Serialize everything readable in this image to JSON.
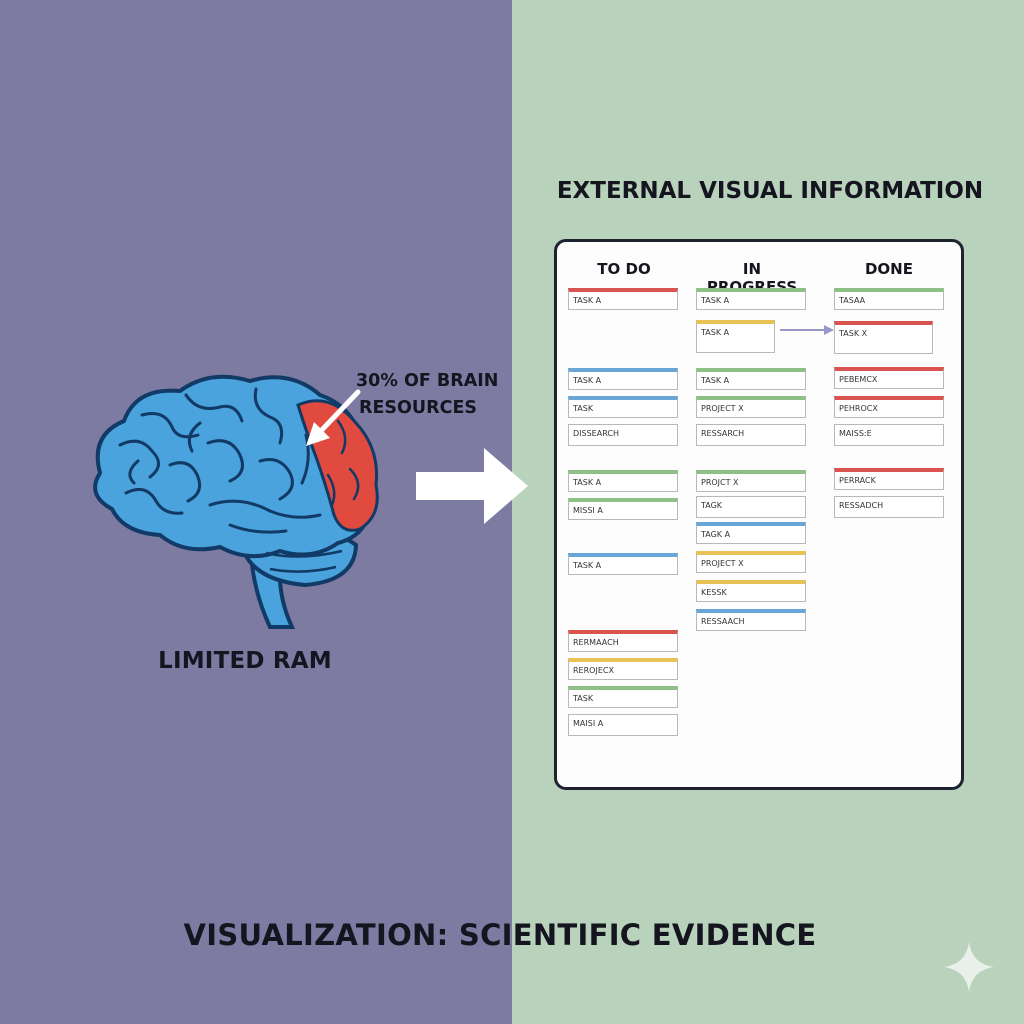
{
  "colors": {
    "left_background": "#7e7ba3",
    "right_background": "#b8d2bb",
    "brain_fill": "#4aa3dc",
    "brain_outline": "#123a66",
    "highlight": "#e04a3f",
    "board_border": "#1f2230",
    "arrow": "#ffffff"
  },
  "brain": {
    "caption": "LIMITED RAM",
    "callout_line1": "30% OF BRAIN",
    "callout_line2": "RESOURCES"
  },
  "board": {
    "title": "EXTERNAL VISUAL INFORMATION",
    "columns": [
      "TO DO",
      "IN PROGRESS",
      "DONE"
    ],
    "todo": [
      {
        "label": "TASK A",
        "color": "red"
      },
      {
        "label": "TASK A",
        "color": "blue"
      },
      {
        "label": "TASK",
        "color": "blue"
      },
      {
        "label": "DISSEARCH",
        "color": "none"
      },
      {
        "label": "TASK A",
        "color": "green"
      },
      {
        "label": "MISSI A",
        "color": "green"
      },
      {
        "label": "TASK A",
        "color": "blue"
      },
      {
        "label": "RERMAACH",
        "color": "red"
      },
      {
        "label": "REROJECX",
        "color": "yellow"
      },
      {
        "label": "TASK",
        "color": "green"
      },
      {
        "label": "MAISI A",
        "color": "none"
      }
    ],
    "in_progress": [
      {
        "label": "TASK A",
        "color": "green"
      },
      {
        "label": "TASK A",
        "color": "yellow"
      },
      {
        "label": "TASK A",
        "color": "green"
      },
      {
        "label": "PROJECT X",
        "color": "green"
      },
      {
        "label": "RESSARCH",
        "color": "none"
      },
      {
        "label": "PROJCT X",
        "color": "green"
      },
      {
        "label": "TAGK",
        "color": "none"
      },
      {
        "label": "TAGK A",
        "color": "blue"
      },
      {
        "label": "PROJECT X",
        "color": "yellow"
      },
      {
        "label": "KESSK",
        "color": "yellow"
      },
      {
        "label": "RESSAACH",
        "color": "blue"
      }
    ],
    "done": [
      {
        "label": "TASAA",
        "color": "green"
      },
      {
        "label": "TASK X",
        "color": "red"
      },
      {
        "label": "PEBEMCX",
        "color": "red"
      },
      {
        "label": "PEHROCX",
        "color": "red"
      },
      {
        "label": "MAISS:E",
        "color": "none"
      },
      {
        "label": "PERRACK",
        "color": "red"
      },
      {
        "label": "RESSADCH",
        "color": "none"
      }
    ]
  },
  "footer": {
    "title": "VISUALIZATION: SCIENTIFIC EVIDENCE"
  },
  "icons": {
    "corner": "sparkle-icon"
  }
}
